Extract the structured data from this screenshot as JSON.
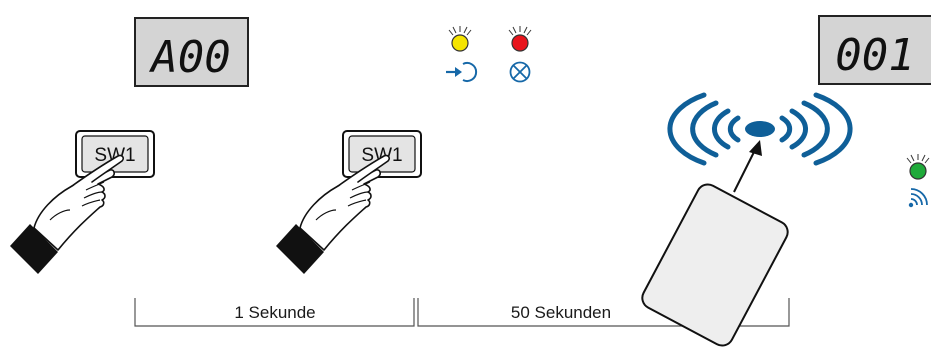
{
  "displays": {
    "left": {
      "value": "A00"
    },
    "right": {
      "value": "001"
    }
  },
  "buttons": {
    "first": {
      "label": "SW1"
    },
    "second": {
      "label": "SW1"
    }
  },
  "timeline": {
    "segment_1_label": "1 Sekunde",
    "segment_2_label": "50 Sekunden"
  },
  "leds": {
    "yellow": {
      "color": "#f5e400",
      "icon": "enter-arrow-icon"
    },
    "red": {
      "color": "#e8141c",
      "icon": "cross-circle-icon"
    },
    "green": {
      "color": "#1faa3a",
      "icon": "rfid-signal-icon"
    }
  },
  "colors": {
    "display_bg": "#d4d4d4",
    "accent_blue": "#1668a8",
    "rfid_waves": "#0f5f98",
    "card_fill": "#eeeeee"
  }
}
